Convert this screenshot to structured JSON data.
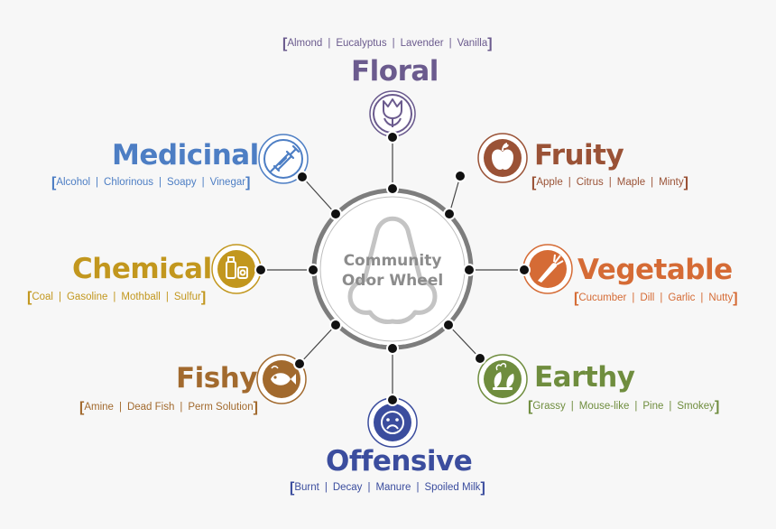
{
  "center": {
    "line1": "Community",
    "line2": "Odor Wheel"
  },
  "categories": {
    "floral": {
      "name": "Floral",
      "color": "#6b5b8e",
      "icon": "tulip-icon",
      "descriptors": [
        "Almond",
        "Eucalyptus",
        "Lavender",
        "Vanilla"
      ]
    },
    "fruity": {
      "name": "Fruity",
      "color": "#9a5236",
      "icon": "apple-icon",
      "descriptors": [
        "Apple",
        "Citrus",
        "Maple",
        "Minty"
      ]
    },
    "vegetable": {
      "name": "Vegetable",
      "color": "#d56b35",
      "icon": "carrot-icon",
      "descriptors": [
        "Cucumber",
        "Dill",
        "Garlic",
        "Nutty"
      ]
    },
    "earthy": {
      "name": "Earthy",
      "color": "#6f8d3e",
      "icon": "sprout-icon",
      "descriptors": [
        "Grassy",
        "Mouse-like",
        "Pine",
        "Smokey"
      ]
    },
    "offensive": {
      "name": "Offensive",
      "color": "#3b4d9e",
      "icon": "frown-face-icon",
      "descriptors": [
        "Burnt",
        "Decay",
        "Manure",
        "Spoiled Milk"
      ]
    },
    "fishy": {
      "name": "Fishy",
      "color": "#a26a2e",
      "icon": "fish-icon",
      "descriptors": [
        "Amine",
        "Dead Fish",
        "Perm Solution"
      ]
    },
    "chemical": {
      "name": "Chemical",
      "color": "#c2971e",
      "icon": "chemical-containers-icon",
      "descriptors": [
        "Coal",
        "Gasoline",
        "Mothball",
        "Sulfur"
      ]
    },
    "medicinal": {
      "name": "Medicinal",
      "color": "#4d7ec4",
      "icon": "syringe-icon",
      "descriptors": [
        "Alcohol",
        "Chlorinous",
        "Soapy",
        "Vinegar"
      ]
    }
  },
  "colors": {
    "ring": "#7d7d7d",
    "spoke": "#444444",
    "node": "#111111",
    "nose": "#c4c4c4"
  }
}
